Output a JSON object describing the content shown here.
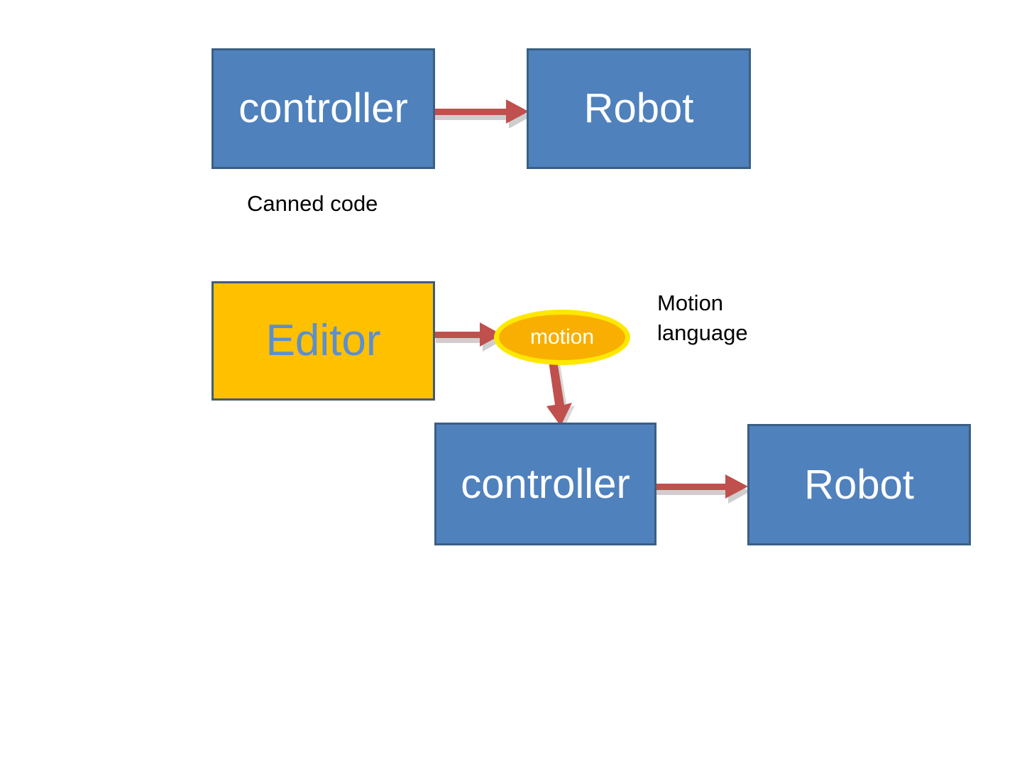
{
  "diagram": {
    "background_color": "#FFFFFF",
    "palette": {
      "box_blue_fill": "#4F81BD",
      "box_blue_border": "#3A5F85",
      "box_amber_fill": "#FFC000",
      "box_amber_border": "#3E5C77",
      "editor_text": "#5B8FD0",
      "ellipse_fill": "#F9AF02",
      "ellipse_border": "#FFE800",
      "arrow_red": "#C0504D",
      "arrow_shadow": "#A6A6A6",
      "caption_text": "#000000",
      "box_text": "#FFFFFF"
    },
    "top_row": {
      "controller_label": "controller",
      "robot_label": "Robot",
      "caption": "Canned code"
    },
    "bottom_flow": {
      "editor_label": "Editor",
      "motion_label": "motion",
      "controller_label": "controller",
      "robot_label": "Robot",
      "caption": "Motion\nlanguage"
    }
  }
}
